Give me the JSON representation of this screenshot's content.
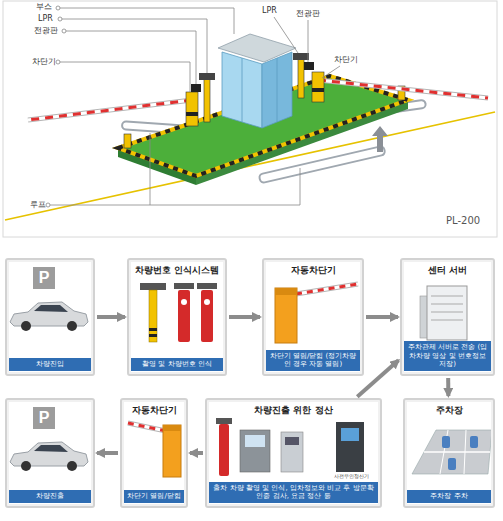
{
  "diagram": {
    "nodes": [
      {
        "text": [
          "P",
          "차량진입"
        ]
      },
      {
        "text": [
          "차량번호 인식시스템",
          "촬영 및 차량번호 인식"
        ]
      },
      {
        "text": [
          "자동차단기",
          "차단기 열림/닫힘 (정기차량인 경우 자동 열림)"
        ]
      },
      {
        "text": [
          "센터 서버",
          "주차관제 서버로 전송 (입차차량 영상 및 번호정보 저장)"
        ]
      },
      {
        "text": [
          "P",
          "차량진출"
        ]
      },
      {
        "text": [
          "자동차단기",
          "차단기 열림/닫힘"
        ]
      },
      {
        "text": [
          "차량진출 위한 정산",
          "출차 차량 촬영 및 인식, 입차정보와 비교 후 방문확인증 검사, 요금 정산 등"
        ]
      },
      {
        "text": [
          "주차장",
          "주차장 주차"
        ]
      }
    ],
    "edges": [
      {
        "from": 0,
        "to": 1,
        "arrow": "to"
      },
      {
        "from": 1,
        "to": 2,
        "arrow": "to"
      },
      {
        "from": 2,
        "to": 3,
        "arrow": "to"
      },
      {
        "from": 3,
        "to": 7,
        "arrow": "to"
      },
      {
        "from": 6,
        "to": 3,
        "arrow": "to"
      },
      {
        "from": 6,
        "to": 5,
        "arrow": "to"
      },
      {
        "from": 5,
        "to": 4,
        "arrow": "to"
      }
    ],
    "labels": [
      "부스",
      "LPR",
      "전광판",
      "차단기",
      "LPR",
      "전광판",
      "차단기",
      "루프",
      "PL-200",
      "사전무인정산기"
    ]
  }
}
